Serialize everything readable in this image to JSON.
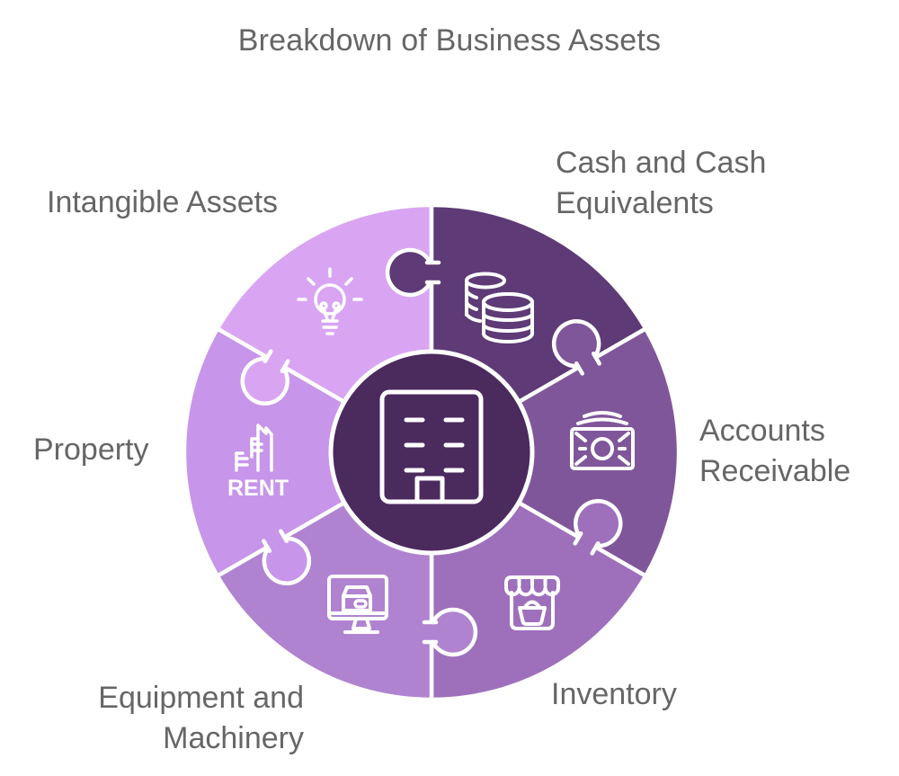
{
  "title": "Breakdown of Business Assets",
  "colors": {
    "background": "#ffffff",
    "text": "#666666",
    "outline": "#ffffff",
    "center_fill": "#4b2a5e"
  },
  "wheel": {
    "center_icon": "building-icon",
    "rent_text": "RENT",
    "segments": [
      {
        "label": "Intangible Assets",
        "icon": "lightbulb-icon",
        "color": "#d9a5f3",
        "angle_start": 90,
        "angle_end": 150
      },
      {
        "label": "Cash and Cash Equivalents",
        "icon": "coin-stack-icon",
        "color": "#5e3a76",
        "angle_start": 30,
        "angle_end": 90
      },
      {
        "label": "Accounts Receivable",
        "icon": "banknote-icon",
        "color": "#80569a",
        "angle_start": -30,
        "angle_end": 30
      },
      {
        "label": "Inventory",
        "icon": "storefront-icon",
        "color": "#9e70bc",
        "angle_start": -90,
        "angle_end": -30
      },
      {
        "label": "Equipment and Machinery",
        "icon": "monitor-package-icon",
        "color": "#b083d0",
        "angle_start": -150,
        "angle_end": -90
      },
      {
        "label": "Property",
        "icon": "rent-building-icon",
        "color": "#c795e9",
        "angle_start": 150,
        "angle_end": 210
      }
    ]
  }
}
